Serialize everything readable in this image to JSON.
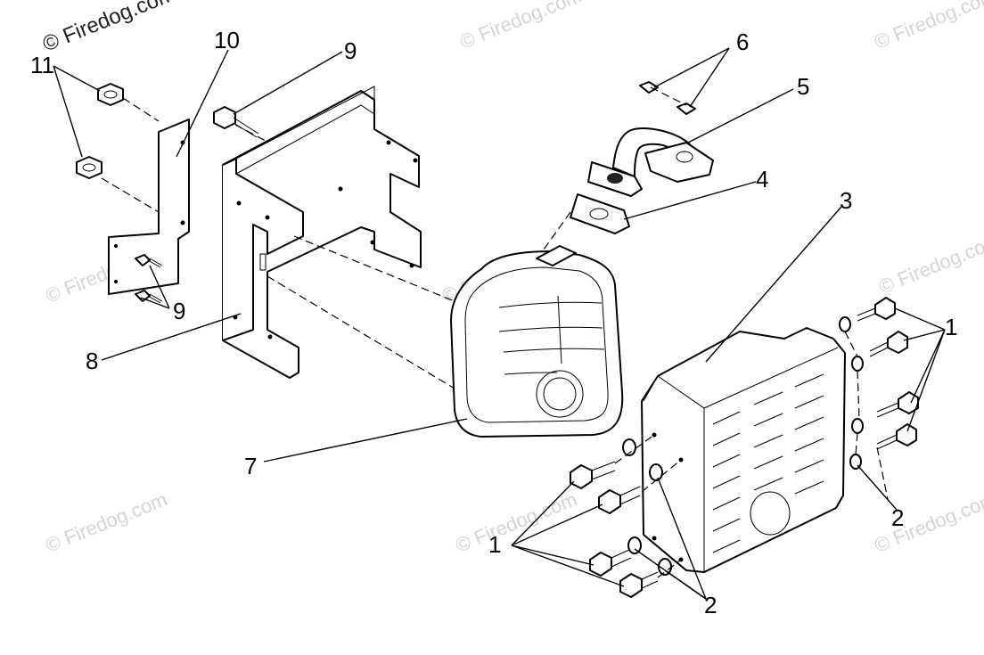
{
  "diagram": {
    "watermarks": [
      "© Firedog.com",
      "© Firedog.com",
      "© Firedog.com",
      "© Firedog.com",
      "© Firedog.com",
      "© Firedog.com",
      "© Firedog.com",
      "© Firedog.com",
      "© Firedog.com"
    ],
    "callouts": {
      "c1_left": "1",
      "c1_right": "1",
      "c2_bottom": "2",
      "c2_right": "2",
      "c3": "3",
      "c4": "4",
      "c5": "5",
      "c6": "6",
      "c7": "7",
      "c8": "8",
      "c9_top": "9",
      "c9_left": "9",
      "c10": "10",
      "c11": "11"
    }
  }
}
